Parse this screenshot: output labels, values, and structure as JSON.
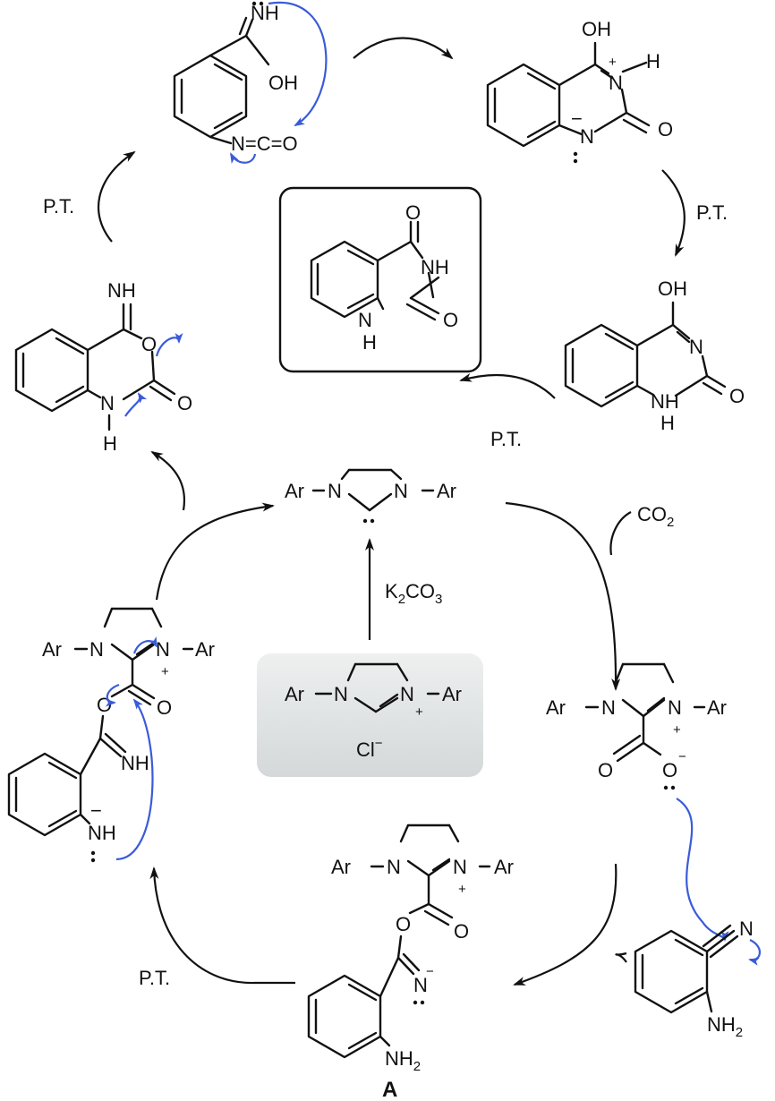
{
  "labels": {
    "pt": "P.T.",
    "co2_main": "CO",
    "co2_sub": "2",
    "k2co3_a": "K",
    "k2co3_b": "2",
    "k2co3_c": "CO",
    "k2co3_d": "3",
    "chloride": "Cl",
    "minus": "−",
    "plus": "+",
    "compound_label": "A"
  },
  "atoms": {
    "NH": "NH",
    "OH": "OH",
    "O": "O",
    "N": "N",
    "H": "H",
    "C": "C",
    "Ar": "Ar",
    "NH2_main": "NH",
    "NH2_sub": "2",
    "N_eq_C_eq_O": "N=C=O"
  },
  "colors": {
    "bond": "#111111",
    "curly_arrow": "#3a5bd9",
    "catalyst_box": "#dfe3e3"
  }
}
